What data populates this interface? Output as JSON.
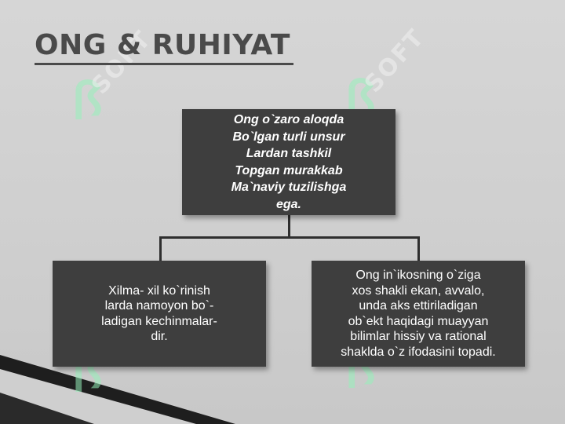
{
  "slide": {
    "title": "ONG & RUHIYAT"
  },
  "diagram": {
    "root": {
      "text": "Ong o`zaro aloqda\nBo`lgan turli unsur\nLardan tashkil\nTopgan murakkab\nMa`naviy tuzilishga\nega."
    },
    "children": [
      {
        "text": "Xilma- xil ko`rinish\nlarda namoyon bo`-\nladigan kechinmalar-\ndir."
      },
      {
        "text": "Ong in`ikosning o`ziga\nxos shakli ekan, avvalo,\nunda aks ettiriladigan\nob`ekt haqidagi muayyan\nbilimlar hissiy va rational\nshaklda o`z ifodasini topadi."
      }
    ]
  },
  "watermark": {
    "word": "SOFT",
    "glyph": "ꟗ",
    "color": "#96f0b9"
  },
  "colors": {
    "box": "#3e3e3e",
    "title": "#4a4a4a",
    "background": "#d0d0d0"
  }
}
